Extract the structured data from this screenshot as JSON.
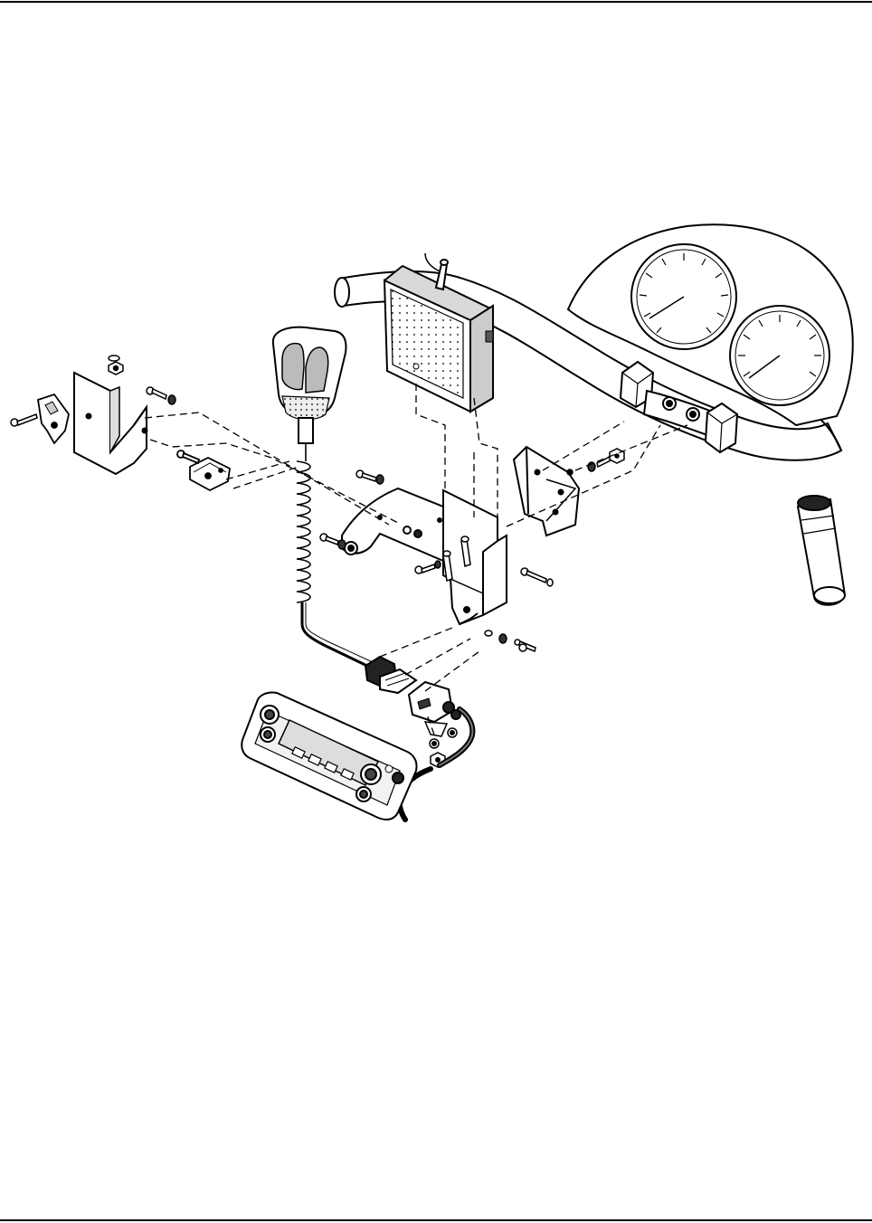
{
  "figure": {
    "kind": "exploded-assembly-drawing",
    "speaker_logo_text": "",
    "colors": {
      "ink": "#000000",
      "paper": "#ffffff",
      "shade": "#d9d9d9",
      "mid": "#9a9a9a"
    }
  },
  "icons": {
    "top_rule": "horizontal-rule",
    "bottom_rule": "horizontal-rule"
  }
}
